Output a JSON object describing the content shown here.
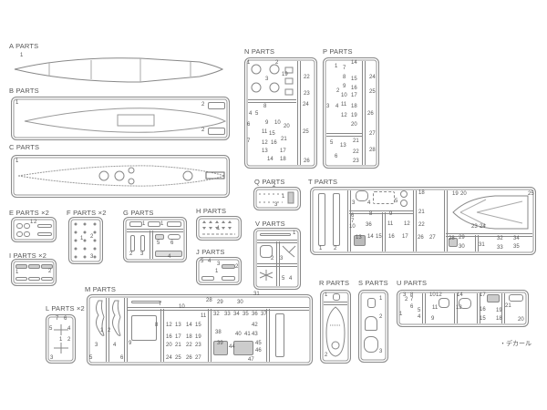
{
  "sheet": {
    "groups": {
      "A": {
        "label": "A PARTS",
        "parts": [
          "1"
        ]
      },
      "B": {
        "label": "B PARTS",
        "parts": [
          "1",
          "2",
          "2"
        ]
      },
      "C": {
        "label": "C PARTS",
        "parts": [
          "1"
        ]
      },
      "E": {
        "label": "E PARTS ×2",
        "parts": [
          "1",
          "2"
        ]
      },
      "F": {
        "label": "F PARTS ×2",
        "parts": [
          "1",
          "2",
          "3"
        ]
      },
      "G": {
        "label": "G PARTS",
        "parts": [
          "1",
          "1",
          "2",
          "3",
          "4",
          "5",
          "6"
        ]
      },
      "H": {
        "label": "H PARTS",
        "parts": [
          "1"
        ]
      },
      "I": {
        "label": "I PARTS ×2",
        "parts": [
          "1",
          "2"
        ]
      },
      "J": {
        "label": "J PARTS",
        "parts": [
          "1",
          "2",
          "3",
          "4",
          "5"
        ]
      },
      "L": {
        "label": "L PARTS ×2",
        "parts": [
          "1",
          "2",
          "3",
          "4",
          "5",
          "6",
          "7"
        ]
      },
      "M": {
        "label": "M PARTS",
        "parts": [
          "1",
          "2",
          "3",
          "4",
          "5",
          "6",
          "7",
          "8",
          "9",
          "10",
          "11",
          "12",
          "13",
          "14",
          "15",
          "16",
          "17",
          "18",
          "19",
          "20",
          "21",
          "22",
          "23",
          "24",
          "25",
          "26",
          "27",
          "28",
          "29",
          "30",
          "31",
          "32",
          "33",
          "34",
          "35",
          "36",
          "37",
          "38",
          "39",
          "40",
          "41",
          "42",
          "43",
          "44",
          "45",
          "46",
          "47"
        ]
      },
      "N": {
        "label": "N PARTS",
        "parts": [
          "1",
          "2",
          "3",
          "4",
          "5",
          "6",
          "7",
          "8",
          "9",
          "10",
          "11",
          "12",
          "13",
          "14",
          "15",
          "16",
          "17",
          "18",
          "19",
          "20",
          "21",
          "22",
          "23",
          "24",
          "25",
          "26"
        ]
      },
      "P": {
        "label": "P PARTS",
        "parts": [
          "1",
          "2",
          "3",
          "4",
          "5",
          "6",
          "7",
          "8",
          "9",
          "10",
          "11",
          "12",
          "13",
          "14",
          "15",
          "16",
          "17",
          "18",
          "19",
          "20",
          "21",
          "22",
          "23",
          "24",
          "25",
          "26",
          "27",
          "28"
        ]
      },
      "Q": {
        "label": "Q PARTS",
        "parts": [
          "1",
          "2",
          "3"
        ]
      },
      "R": {
        "label": "R PARTS",
        "parts": [
          "1",
          "2"
        ]
      },
      "S": {
        "label": "S PARTS",
        "parts": [
          "1",
          "2",
          "3"
        ]
      },
      "T": {
        "label": "T PARTS",
        "parts": [
          "1",
          "2",
          "3",
          "4",
          "5",
          "6",
          "7",
          "8",
          "9",
          "10",
          "11",
          "12",
          "13",
          "14",
          "15",
          "16",
          "17",
          "18",
          "19",
          "20",
          "21",
          "22",
          "23",
          "24",
          "25",
          "26",
          "27",
          "28",
          "29",
          "30",
          "31",
          "32",
          "33",
          "34",
          "35",
          "36"
        ]
      },
      "U": {
        "label": "U PARTS",
        "parts": [
          "1",
          "2",
          "3",
          "4",
          "5",
          "6",
          "7",
          "8",
          "9",
          "10",
          "11",
          "12",
          "13",
          "14",
          "15",
          "16",
          "17",
          "18",
          "19",
          "20",
          "21"
        ]
      },
      "V": {
        "label": "V PARTS",
        "parts": [
          "1",
          "2",
          "3",
          "4",
          "5"
        ]
      }
    },
    "decal_label": "・デカール",
    "line_color": "#888888"
  }
}
